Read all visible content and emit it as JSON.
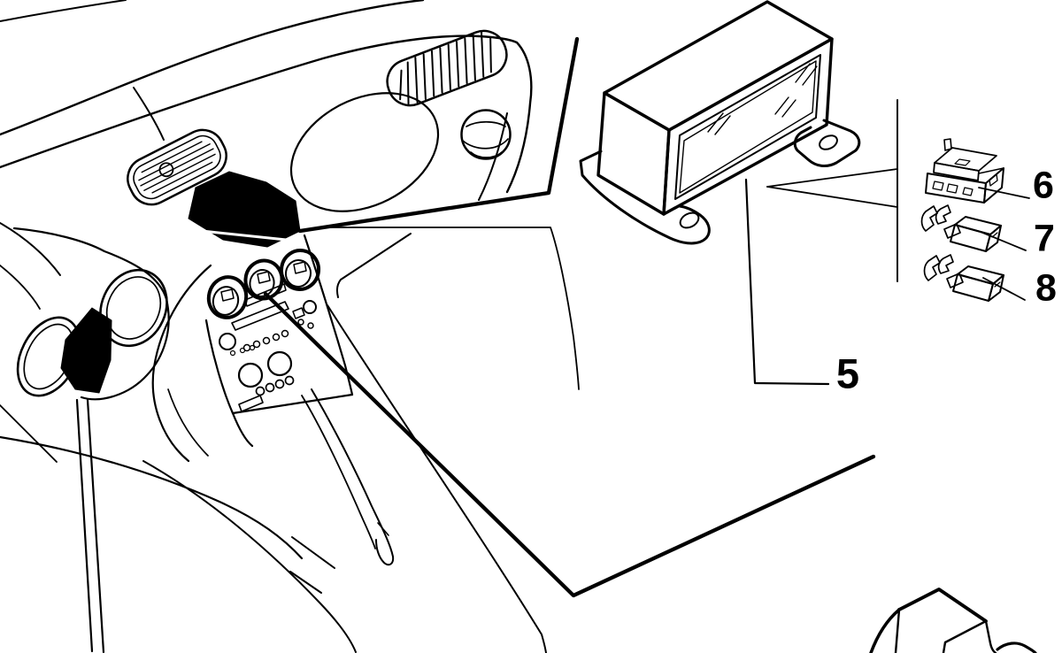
{
  "figure": {
    "background_color": "#ffffff",
    "line_color": "#000000",
    "callouts": [
      {
        "label": "5"
      },
      {
        "label": "6"
      },
      {
        "label": "7"
      },
      {
        "label": "8"
      }
    ]
  }
}
